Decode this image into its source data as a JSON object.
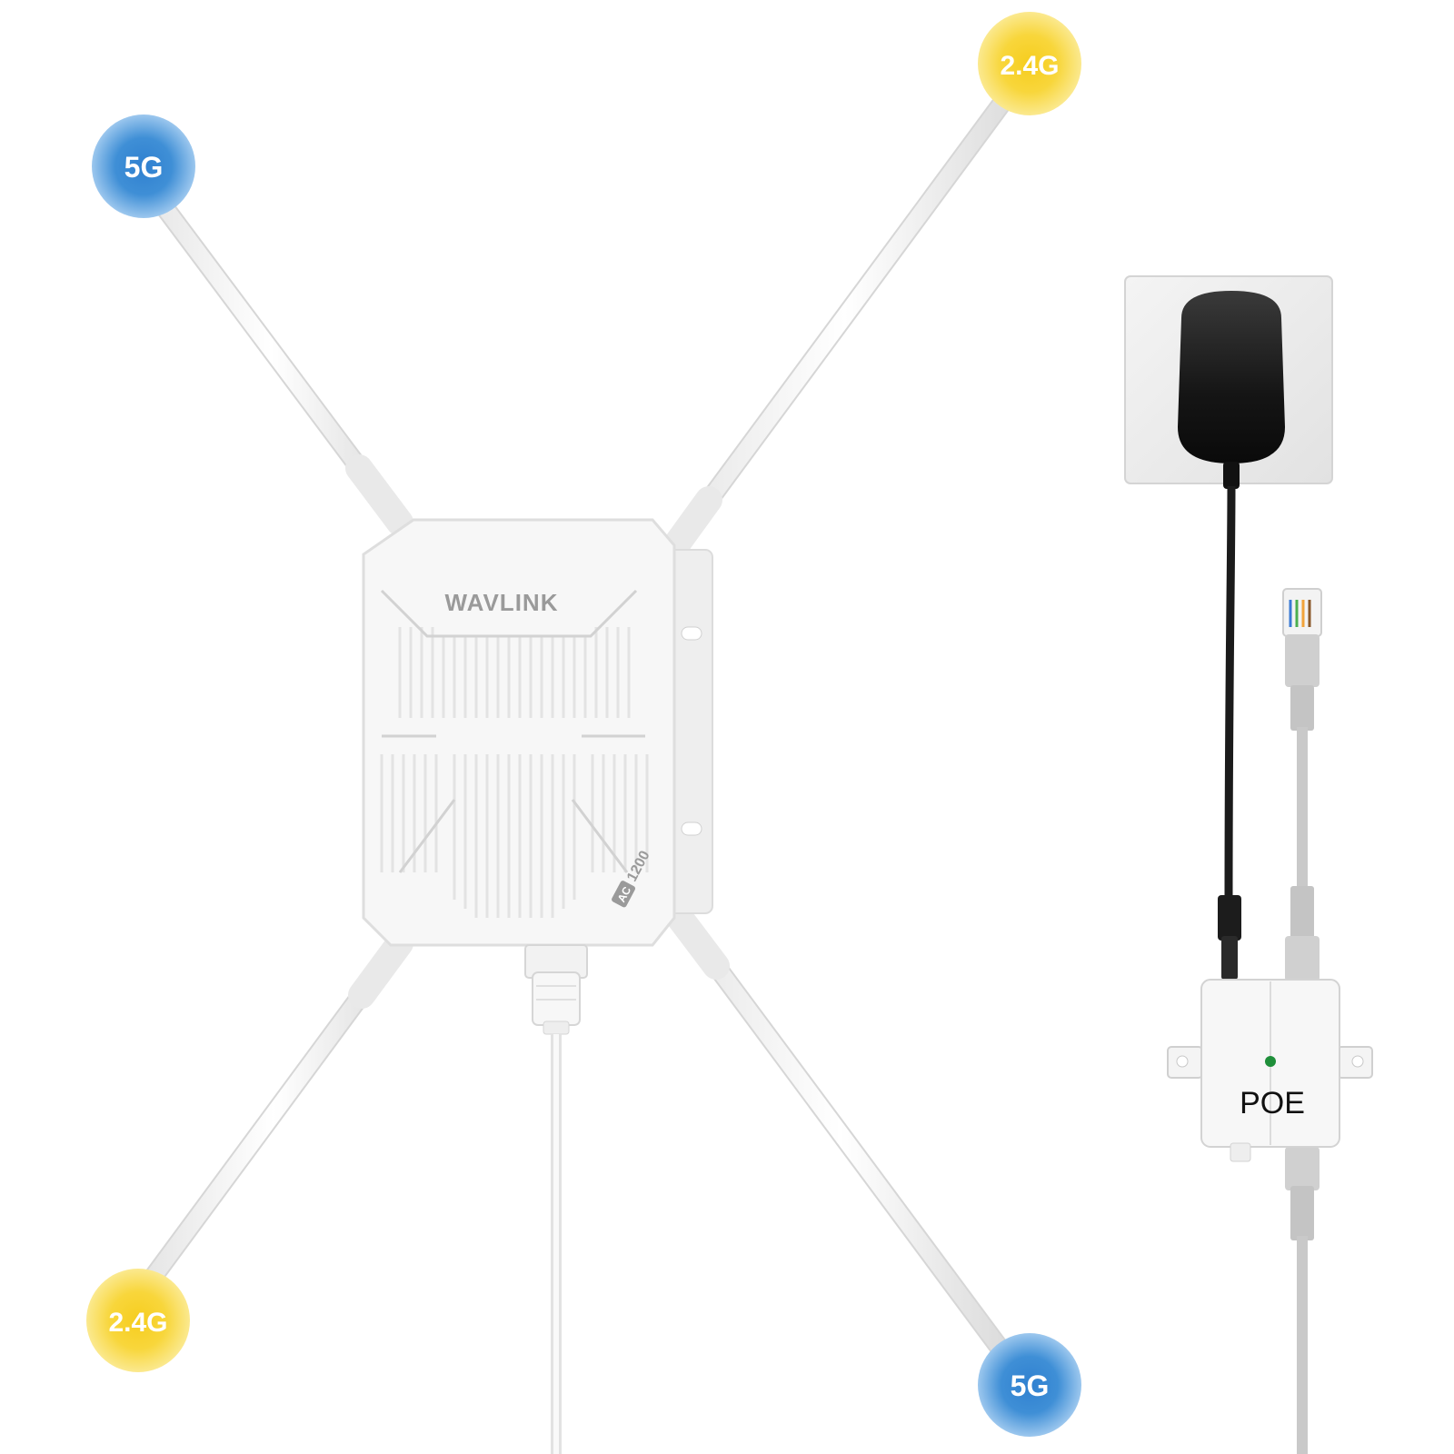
{
  "device": {
    "brand": "WAVLINK",
    "model_badge": "AC",
    "model_number": "1200"
  },
  "bands": {
    "top_left": "5G",
    "top_right": "2.4G",
    "bottom_left": "2.4G",
    "bottom_right": "5G"
  },
  "injector": {
    "label": "POE"
  },
  "colors": {
    "band_5g": "#3f8fd6",
    "band_24g": "#f7d232",
    "device_white": "#f7f7f7",
    "adapter_black": "#1b1b1b",
    "ethernet_gray": "#c9c9c9",
    "led_green": "#1f8f3a"
  }
}
